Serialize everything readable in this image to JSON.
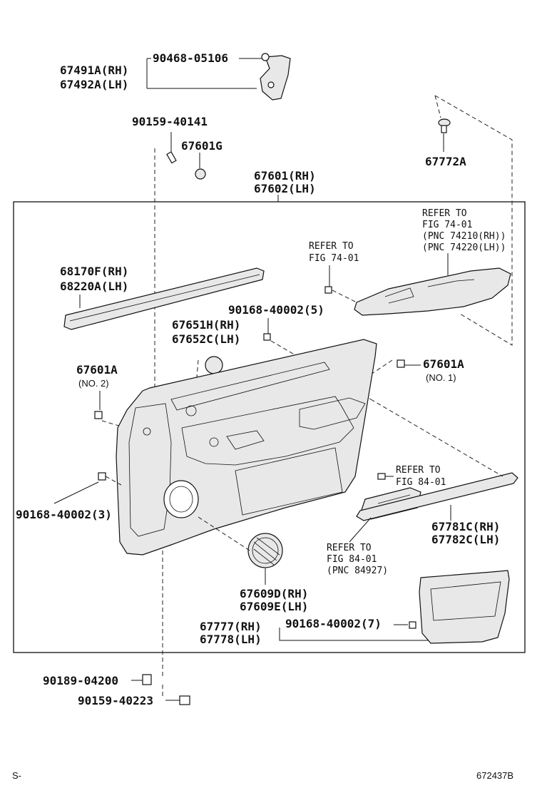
{
  "diagram_id": "672437B",
  "footer_left": "S-",
  "labels": {
    "p67491a": "67491A(RH)",
    "p67492a": "67492A(LH)",
    "p90468": "90468-05106",
    "p90159_40141": "90159-40141",
    "p67601g": "67601G",
    "p67772a": "67772A",
    "p67601": "67601(RH)",
    "p67602": "67602(LH)",
    "refer_74_right_1": "REFER TO",
    "refer_74_right_2": "FIG 74-01",
    "refer_74_right_3": "(PNC 74210(RH))",
    "refer_74_right_4": "(PNC 74220(LH))",
    "refer_74_mid_1": "REFER TO",
    "refer_74_mid_2": "FIG 74-01",
    "p68170f": "68170F(RH)",
    "p68220a": "68220A(LH)",
    "p90168_5": "90168-40002(5)",
    "p67651h": "67651H(RH)",
    "p67652c": "67652C(LH)",
    "p67601a_r": "67601A",
    "p67601a_r_no": "(NO. 1)",
    "p67601a_l": "67601A",
    "p67601a_l_no": "(NO. 2)",
    "refer_84_a_1": "REFER TO",
    "refer_84_a_2": "FIG 84-01",
    "p90168_3": "90168-40002(3)",
    "p67781c": "67781C(RH)",
    "p67782c": "67782C(LH)",
    "refer_84_b_1": "REFER TO",
    "refer_84_b_2": "FIG 84-01",
    "refer_84_b_3": "(PNC 84927)",
    "p67609d": "67609D(RH)",
    "p67609e": "67609E(LH)",
    "p67777": "67777(RH)",
    "p67778": "67778(LH)",
    "p90168_7": "90168-40002(7)",
    "p90189": "90189-04200",
    "p90159_40223": "90159-40223"
  }
}
